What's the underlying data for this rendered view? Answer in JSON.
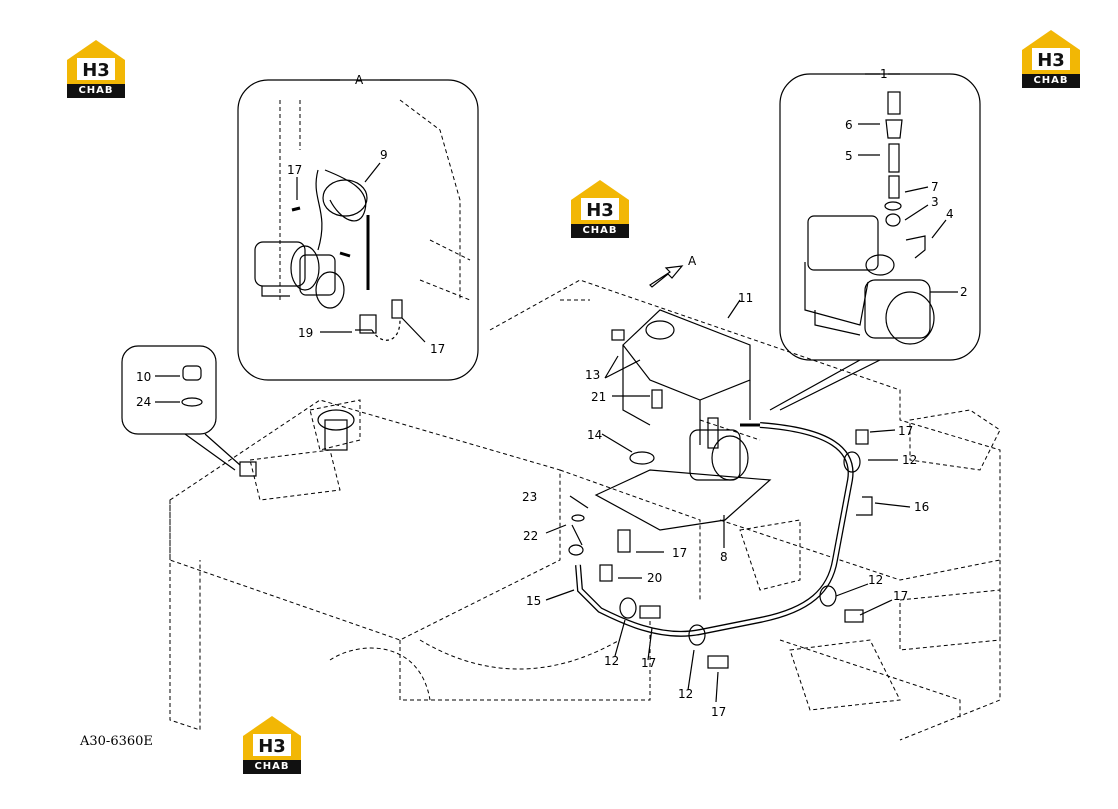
{
  "drawing_code": "A30-6360E",
  "brand": {
    "logo_letters": "H3",
    "logo_word": "CHAB",
    "accent_color": "#f2b705",
    "dark_color": "#111111"
  },
  "view_markers": {
    "detail_a_title": "A",
    "view_arrow_label": "A",
    "detail_1_title": "1"
  },
  "part_labels": {
    "p1": "1",
    "p2": "2",
    "p3": "3",
    "p4": "4",
    "p5": "5",
    "p6": "6",
    "p7": "7",
    "p8": "8",
    "p9": "9",
    "p10": "10",
    "p11": "11",
    "p12a": "12",
    "p12b": "12",
    "p12c": "12",
    "p12d": "12",
    "p13": "13",
    "p14": "14",
    "p15": "15",
    "p16": "16",
    "p17a": "17",
    "p17b": "17",
    "p17c": "17",
    "p17d": "17",
    "p17e": "17",
    "p17f": "17",
    "p17g": "17",
    "p19": "19",
    "p20": "20",
    "p21": "21",
    "p22": "22",
    "p23": "23",
    "p24": "24"
  }
}
